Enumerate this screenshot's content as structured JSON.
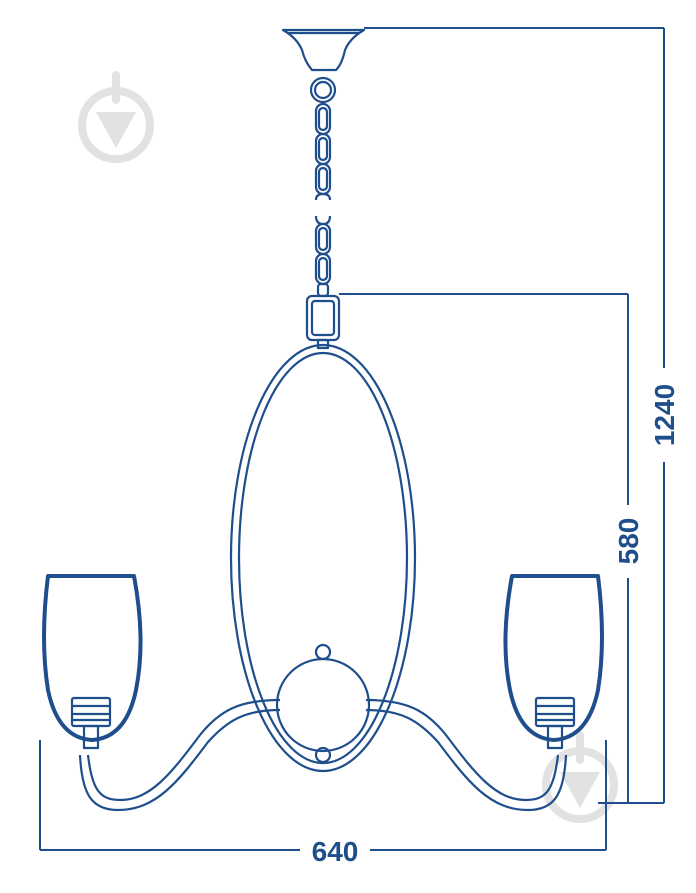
{
  "drawing": {
    "dimensions": {
      "width": "640",
      "total_height": "1240",
      "body_height": "580"
    },
    "colors": {
      "line": "#1f4e8c",
      "dimension": "#1f4e8c",
      "watermark": "#e0e0e0"
    },
    "watermark_icon": "lamp-drop-icon"
  }
}
